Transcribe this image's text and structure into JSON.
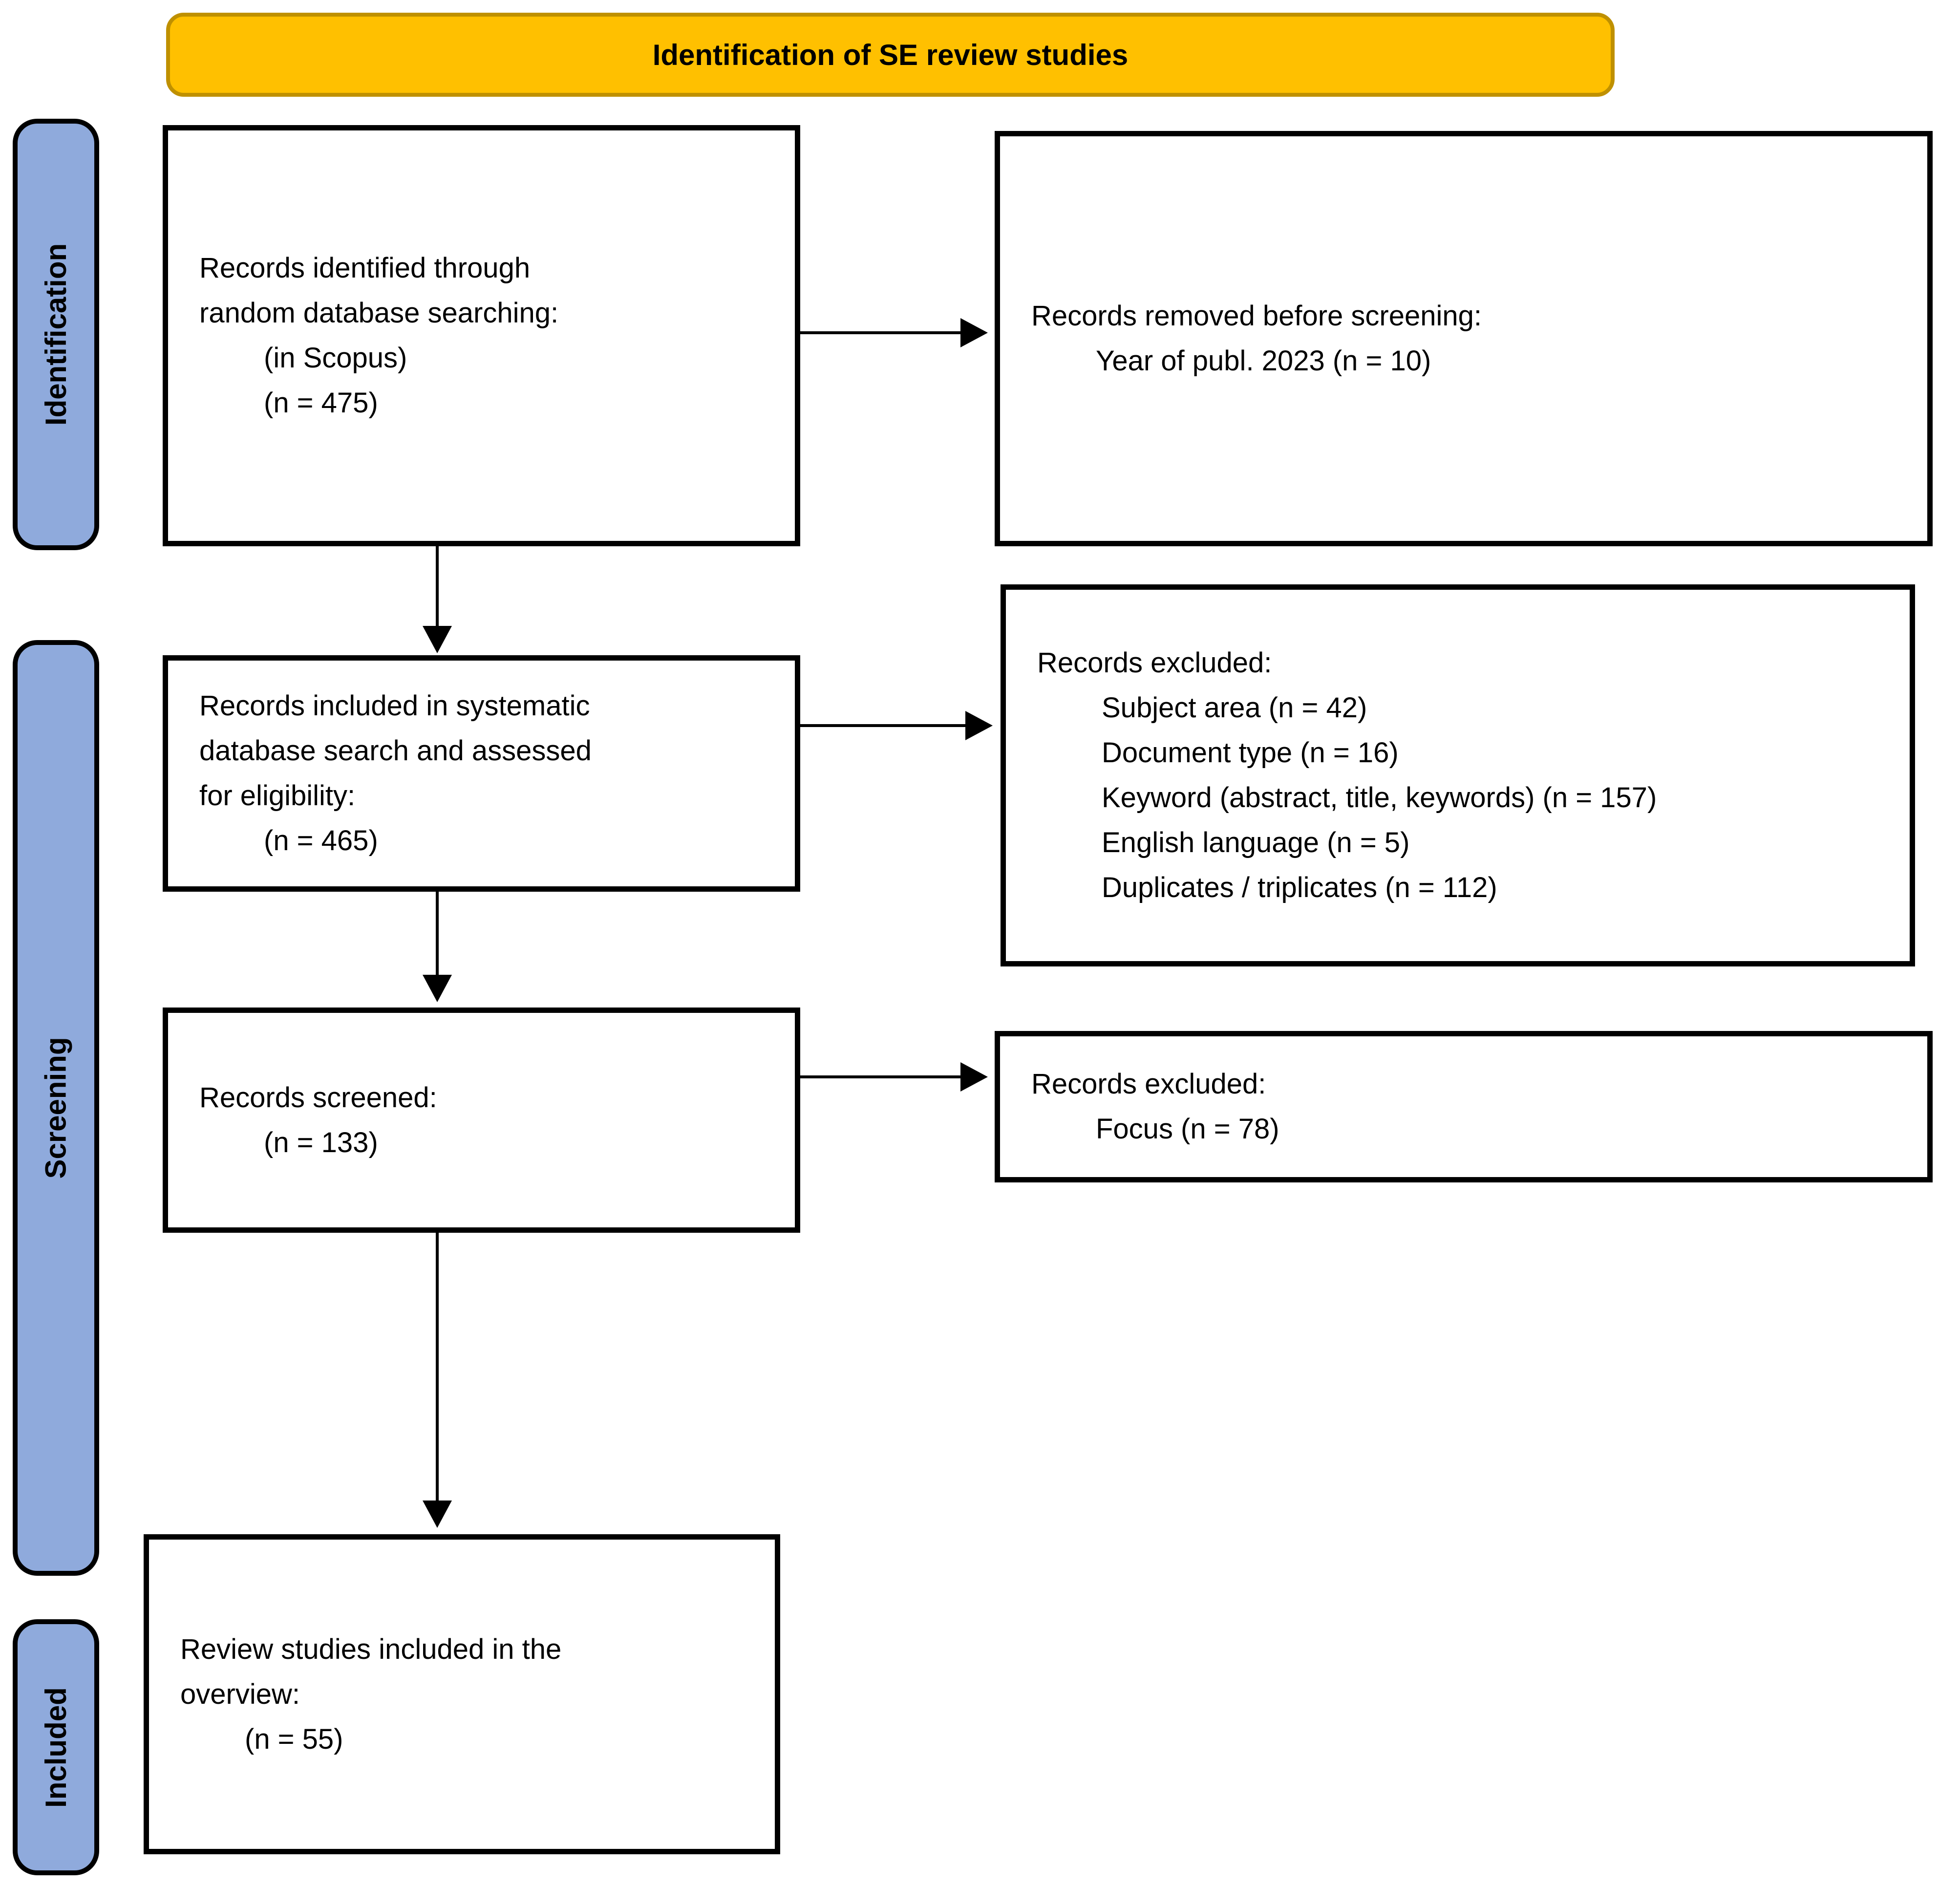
{
  "banner": {
    "title": "Identification of SE review studies"
  },
  "sidebar": {
    "stages": [
      {
        "label": "Identification"
      },
      {
        "label": "Screening"
      },
      {
        "label": "Included"
      }
    ]
  },
  "flow": {
    "identified": {
      "lines": [
        "Records identified through",
        "random database searching:",
        "(in Scopus)",
        "(n = 475)"
      ]
    },
    "removed_before_screening": {
      "lines": [
        "Records removed before screening:",
        "Year of publ. 2023 (n = 10)"
      ]
    },
    "included_search": {
      "lines": [
        "Records included in systematic",
        "database search and assessed",
        "for eligibility:",
        "(n = 465)"
      ]
    },
    "excluded_eligibility": {
      "lines": [
        "Records excluded:",
        "Subject area (n = 42)",
        "Document type (n = 16)",
        "Keyword (abstract, title, keywords) (n = 157)",
        "English language (n = 5)",
        "Duplicates / triplicates (n = 112)"
      ]
    },
    "screened": {
      "lines": [
        "Records screened:",
        "(n = 133)"
      ]
    },
    "excluded_screening": {
      "lines": [
        "Records excluded:",
        "Focus (n = 78)"
      ]
    },
    "final_included": {
      "lines": [
        "Review studies included in the",
        "overview:",
        "(n = 55)"
      ]
    }
  },
  "colors": {
    "banner_fill": "#FFC000",
    "banner_border": "#BF9000",
    "stage_fill": "#8FAADC",
    "box_border": "#000000",
    "arrow": "#000000"
  }
}
